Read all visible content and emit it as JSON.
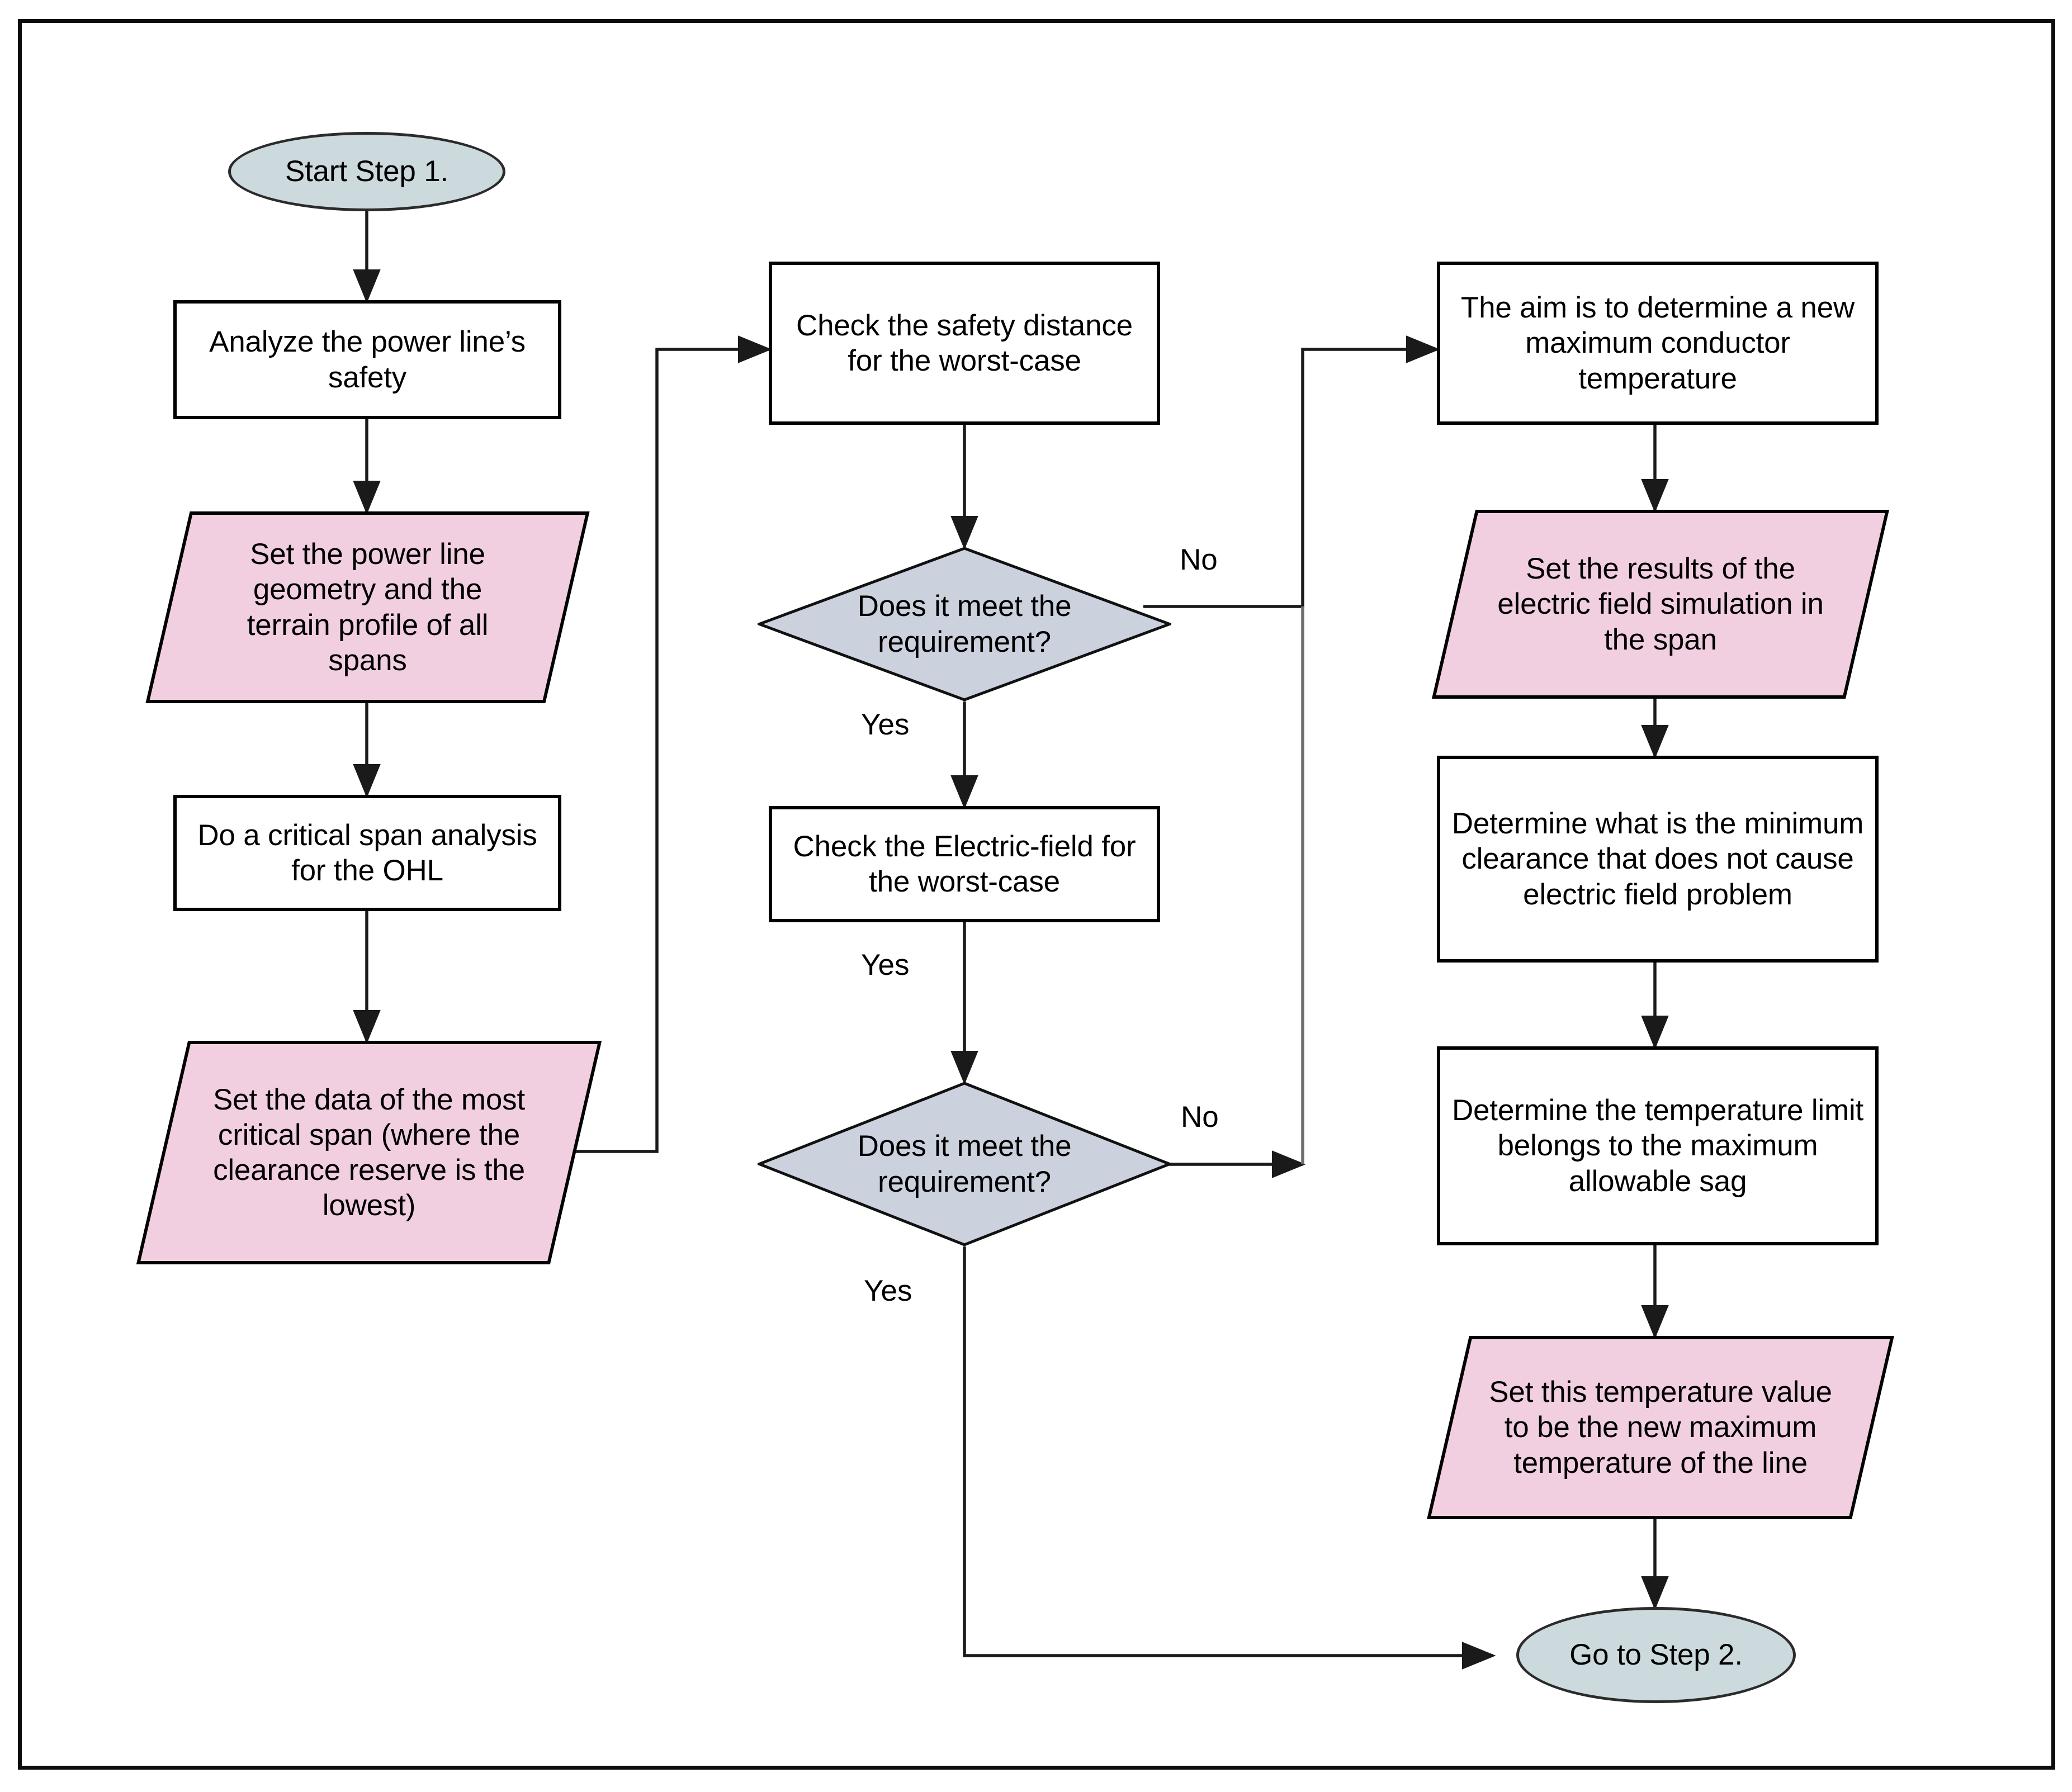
{
  "diagram": {
    "title": "Step 1 power line safety analysis flowchart",
    "colors": {
      "terminator_fill": "#ccd9dd",
      "process_fill": "#ffffff",
      "data_fill": "#f1cfe1",
      "decision_fill": "#ccd1de",
      "stroke": "#000000",
      "background": "#ffffff"
    }
  },
  "nodes": {
    "start": {
      "label": "Start Step 1.",
      "shape": "terminator"
    },
    "analyze": {
      "label": "Analyze the power line’s safety",
      "shape": "process"
    },
    "set_geometry": {
      "label": "Set the power line geometry and the terrain profile of all spans",
      "shape": "data"
    },
    "critical_span": {
      "label": "Do a critical span analysis for the OHL",
      "shape": "process"
    },
    "set_span_data": {
      "label": "Set the data of the most critical span (where the clearance reserve is the lowest)",
      "shape": "data"
    },
    "check_safety": {
      "label": "Check the safety distance for the worst-case",
      "shape": "process"
    },
    "decision_1": {
      "label": "Does it meet the requirement?",
      "shape": "decision"
    },
    "check_efield": {
      "label": "Check the Electric-field for the worst-case",
      "shape": "process"
    },
    "decision_2": {
      "label": "Does it meet the requirement?",
      "shape": "decision"
    },
    "aim": {
      "label": "The aim is to determine a new maximum conductor temperature",
      "shape": "process"
    },
    "set_efield_results": {
      "label": "Set the results of the electric field simulation in the span",
      "shape": "data"
    },
    "min_clearance": {
      "label": "Determine what is the minimum clearance that does not cause electric field problem",
      "shape": "process"
    },
    "temp_limit": {
      "label": "Determine the temperature limit belongs to the maximum allowable sag",
      "shape": "process"
    },
    "set_new_temp": {
      "label": "Set this temperature value to be the new maximum temperature of the line",
      "shape": "data"
    },
    "end": {
      "label": "Go to Step 2.",
      "shape": "terminator"
    }
  },
  "edge_labels": {
    "d1_no": "No",
    "d1_yes": "Yes",
    "d2_pre_yes": "Yes",
    "d2_no": "No",
    "d2_yes": "Yes"
  }
}
